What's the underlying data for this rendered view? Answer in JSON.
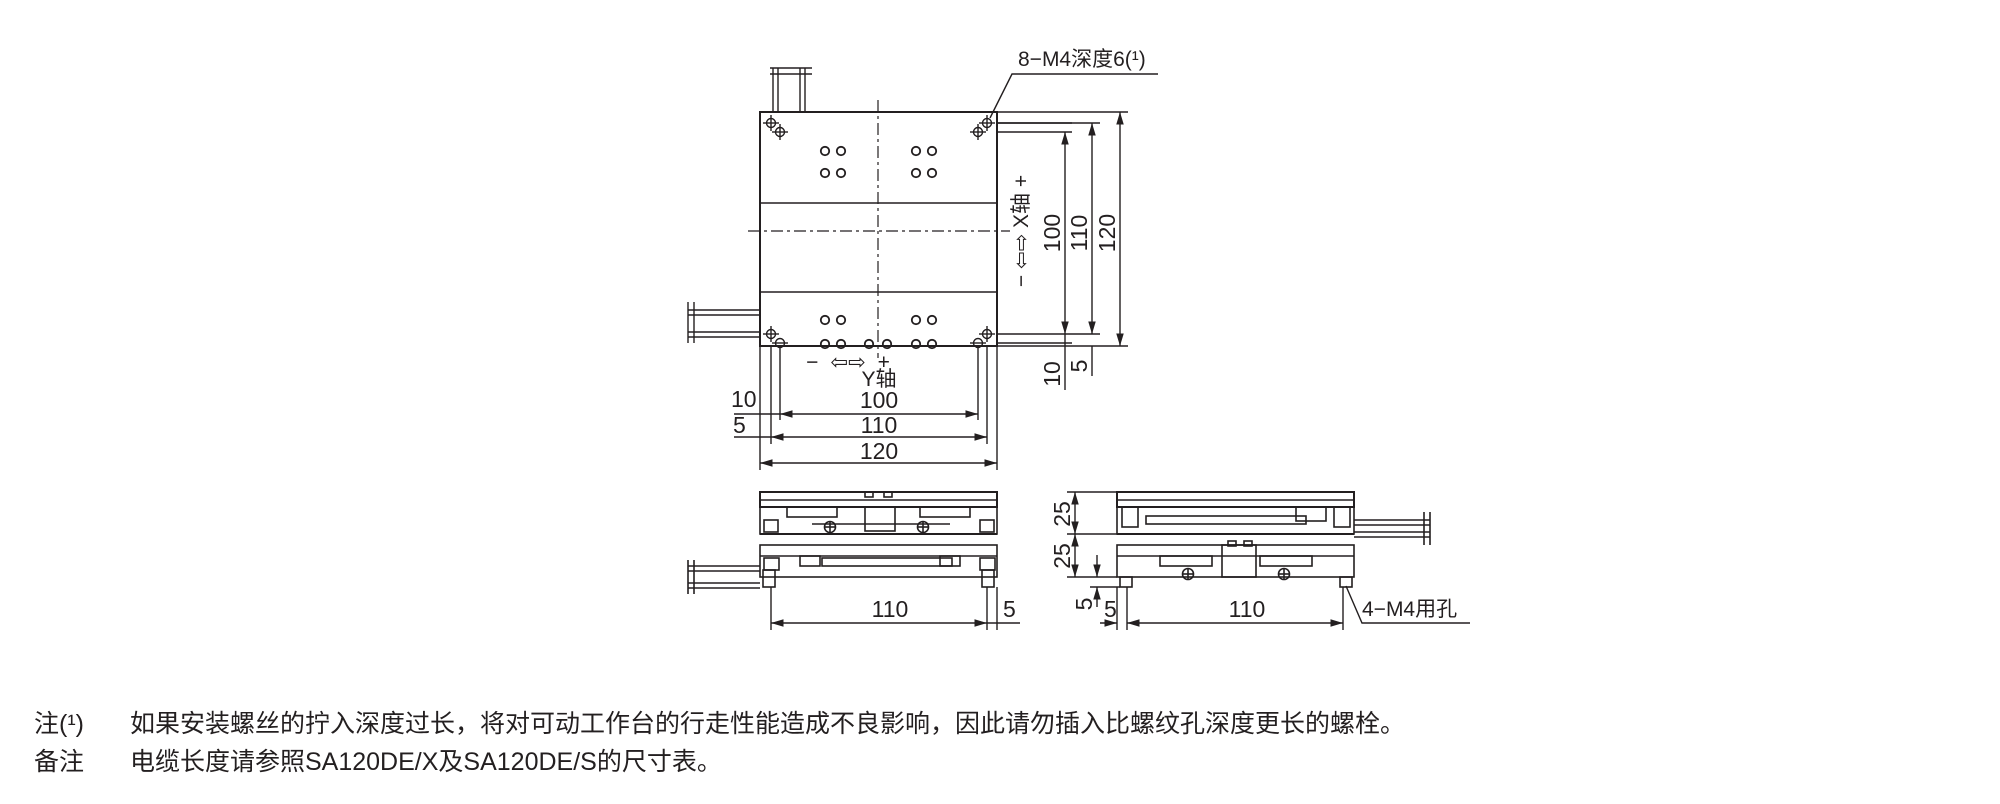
{
  "drawing": {
    "top_view": {
      "hole_callout": "8−M4深度6(¹)",
      "x_axis": {
        "minus": "−",
        "arrows": "⇦⇨",
        "label": "X轴",
        "plus": "+"
      },
      "y_axis": {
        "minus": "−",
        "arrows": "⇦⇨",
        "label": "Y轴",
        "plus": "+"
      },
      "dims_horizontal": [
        "10",
        "100",
        "5",
        "110",
        "120"
      ],
      "dims_vertical": [
        "100",
        "110",
        "120",
        "10",
        "5"
      ]
    },
    "front_view": {
      "dim_width": "110",
      "dim_offset": "5"
    },
    "side_view": {
      "dim_upper_height": "25",
      "dim_lower_height": "25",
      "dim_foot": "5",
      "dim_offset": "5",
      "dim_width": "110",
      "hole_callout": "4−M4用孔"
    }
  },
  "notes": [
    {
      "key": "注(¹)",
      "text": "如果安装螺丝的拧入深度过长，将对可动工作台的行走性能造成不良影响，因此请勿插入比螺纹孔深度更长的螺栓。"
    },
    {
      "key": "备注",
      "text": "电缆长度请参照SA120DE/X及SA120DE/S的尺寸表。"
    }
  ]
}
